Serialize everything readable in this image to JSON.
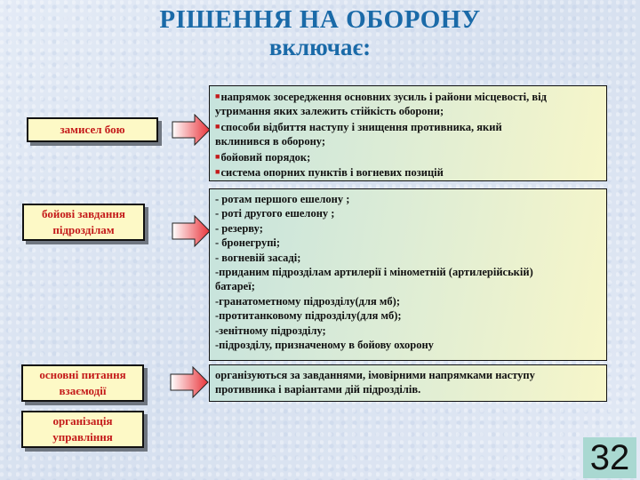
{
  "title": {
    "line1": "РІШЕННЯ НА ОБОРОНУ",
    "line2": "включає:"
  },
  "colors": {
    "title": "#1a6aa8",
    "label_text": "#c41a1a",
    "label_bg": "#fdf9c6",
    "arrow": "#e8333a"
  },
  "rows": [
    {
      "label": "замисел бою",
      "content": [
        "напрямок зосередження основних зусиль і райони місцевості, від",
        "утримання яких залежить стійкість оборони;",
        "способи відбиття наступу і знищення противника,  який",
        "вклинився в оборону;",
        "бойовий порядок;",
        "система опорних пунктів і вогневих позицій"
      ]
    },
    {
      "label_line1": "бойові завдання",
      "label_line2": "підрозділам",
      "content": [
        "- ротам  першого ешелону ;",
        "- роті другого ешелону ;",
        "- резерву;",
        "- бронегрупі;",
        "- вогневій засаді;",
        "-приданим підрозділам артилерії і мінометній (артилерійській)",
        "батареї;",
        "-гранатометному підрозділу(для мб);",
        "-протитанковому підрозділу(для мб);",
        "-зенітному підрозділу;",
        "-підрозділу, призначеному в бойову охорону"
      ]
    },
    {
      "label_line1": "основні питання",
      "label_line2": "взаємодії",
      "content": [
        "організуються за завданнями, імовірними напрямками наступу",
        "противника і варіантами дій підрозділів."
      ]
    },
    {
      "label_line1": "організація",
      "label_line2": "управління"
    }
  ],
  "page_number": "32"
}
